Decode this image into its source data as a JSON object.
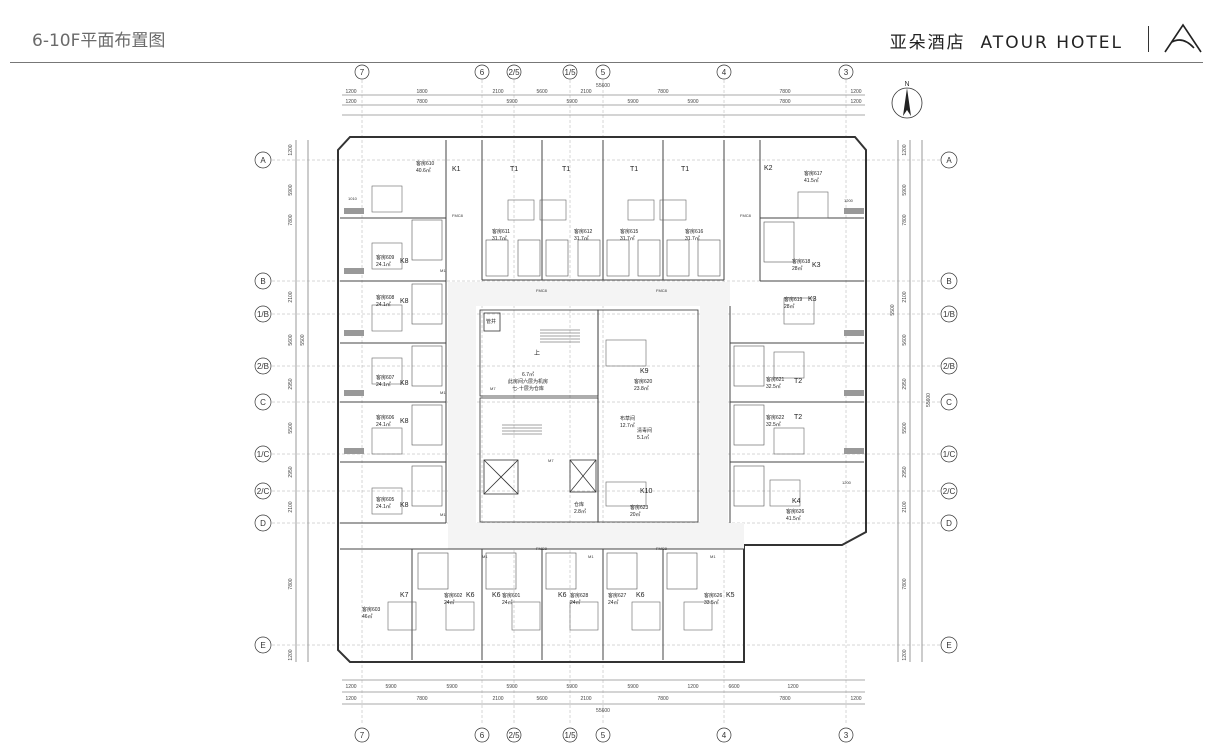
{
  "header": {
    "page_title": "6-10F平面布置图",
    "brand_cn": "亚朵酒店",
    "brand_en": "ATOUR HOTEL"
  },
  "north_label": "N",
  "axes": {
    "vertical": [
      "7",
      "6",
      "2/5",
      "1/5",
      "5",
      "4",
      "3"
    ],
    "horizontal": [
      "A",
      "B",
      "1/B",
      "2/B",
      "C",
      "1/C",
      "2/C",
      "D",
      "E"
    ]
  },
  "dimensions": {
    "top_row1": [
      "1200",
      "1800",
      "2100",
      "5600",
      "2100",
      "7800",
      "7800",
      "1200"
    ],
    "top_row2": [
      "1200",
      "7800",
      "5900",
      "5900",
      "5900",
      "5900",
      "7800",
      "1200"
    ],
    "top_total": "55600",
    "bottom_row1": [
      "1200",
      "5900",
      "5900",
      "5900",
      "5900",
      "5900",
      "1200",
      "6600",
      "1200"
    ],
    "bottom_row2": [
      "1200",
      "7800",
      "2100",
      "5600",
      "2100",
      "7800",
      "7800",
      "1200"
    ],
    "bottom_total": "55600",
    "left": [
      "1200",
      "5900",
      "7800",
      "2100",
      "5600",
      "5500",
      "2950",
      "5500",
      "2950",
      "2100",
      "7800",
      "1200"
    ],
    "right": [
      "1200",
      "5900",
      "7800",
      "2100",
      "5600",
      "5500",
      "2950",
      "5500",
      "2950",
      "2100",
      "7800",
      "1200"
    ],
    "right_total": "55600"
  },
  "rooms": [
    {
      "type": "K1",
      "name": "客房610",
      "area": "40.6㎡"
    },
    {
      "type": "T1",
      "name": "客房611",
      "area": "31.7㎡"
    },
    {
      "type": "T1",
      "name": "客房612",
      "area": "31.7㎡"
    },
    {
      "type": "T1",
      "name": "客房615",
      "area": "31.7㎡"
    },
    {
      "type": "T1",
      "name": "客房616",
      "area": "31.7㎡"
    },
    {
      "type": "K2",
      "name": "客房617",
      "area": "41.5㎡"
    },
    {
      "type": "K8",
      "name": "客房609",
      "area": "24.1㎡"
    },
    {
      "type": "K3",
      "name": "客房618",
      "area": "28㎡"
    },
    {
      "type": "K8",
      "name": "客房608",
      "area": "24.1㎡"
    },
    {
      "type": "K3",
      "name": "客房619",
      "area": "28㎡"
    },
    {
      "type": "K8",
      "name": "客房607",
      "area": "24.1㎡"
    },
    {
      "type": "K9",
      "name": "客房620",
      "area": "23.8㎡"
    },
    {
      "type": "T2",
      "name": "客房621",
      "area": "32.5㎡"
    },
    {
      "type": "K8",
      "name": "客房606",
      "area": "24.1㎡"
    },
    {
      "type": "T2",
      "name": "客房622",
      "area": "32.5㎡"
    },
    {
      "type": "K8",
      "name": "客房605",
      "area": "24.1㎡"
    },
    {
      "type": "K10",
      "name": "客房623",
      "area": "20㎡"
    },
    {
      "type": "K4",
      "name": "客房626",
      "area": "41.5㎡"
    },
    {
      "type": "K7",
      "name": "客房603",
      "area": "46㎡"
    },
    {
      "type": "K6",
      "name": "客房602",
      "area": "24㎡"
    },
    {
      "type": "K6",
      "name": "客房601",
      "area": "24㎡"
    },
    {
      "type": "K6",
      "name": "客房628",
      "area": "24㎡"
    },
    {
      "type": "K6",
      "name": "客房627",
      "area": "24㎡"
    },
    {
      "type": "K5",
      "name": "客房626",
      "area": "33.5㎡"
    }
  ],
  "core": {
    "storage_note_1": "6.7㎡",
    "storage_note_2": "此房间六层为机房",
    "storage_note_3": "七-十层为仓库",
    "linen_room": "布草间",
    "linen_area": "12.7㎡",
    "cleaning_room": "清毒间",
    "cleaning_area": "5.1㎡",
    "warehouse": "仓库",
    "warehouse_area": "2.8㎡",
    "shaft": "管井",
    "up": "上"
  },
  "door_tags": [
    "FMC8",
    "FM乙",
    "M1",
    "M7",
    "MJ",
    "MP",
    "1200",
    "1010"
  ]
}
